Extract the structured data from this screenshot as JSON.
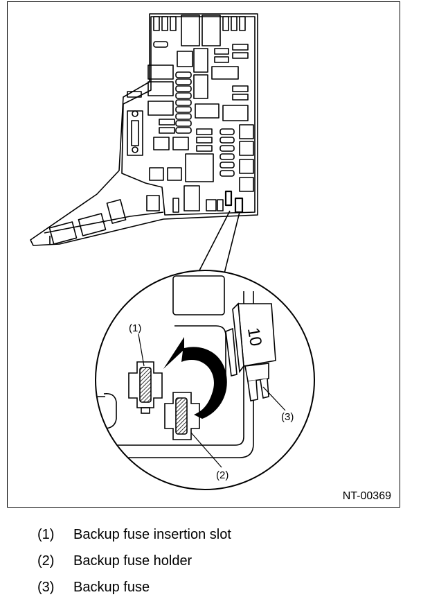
{
  "figure": {
    "id": "NT-00369",
    "fuse_rating": "10",
    "callouts": [
      "(1)",
      "(2)",
      "(3)"
    ]
  },
  "legend": [
    {
      "num": "(1)",
      "label": "Backup fuse insertion slot"
    },
    {
      "num": "(2)",
      "label": "Backup fuse holder"
    },
    {
      "num": "(3)",
      "label": "Backup fuse"
    }
  ]
}
